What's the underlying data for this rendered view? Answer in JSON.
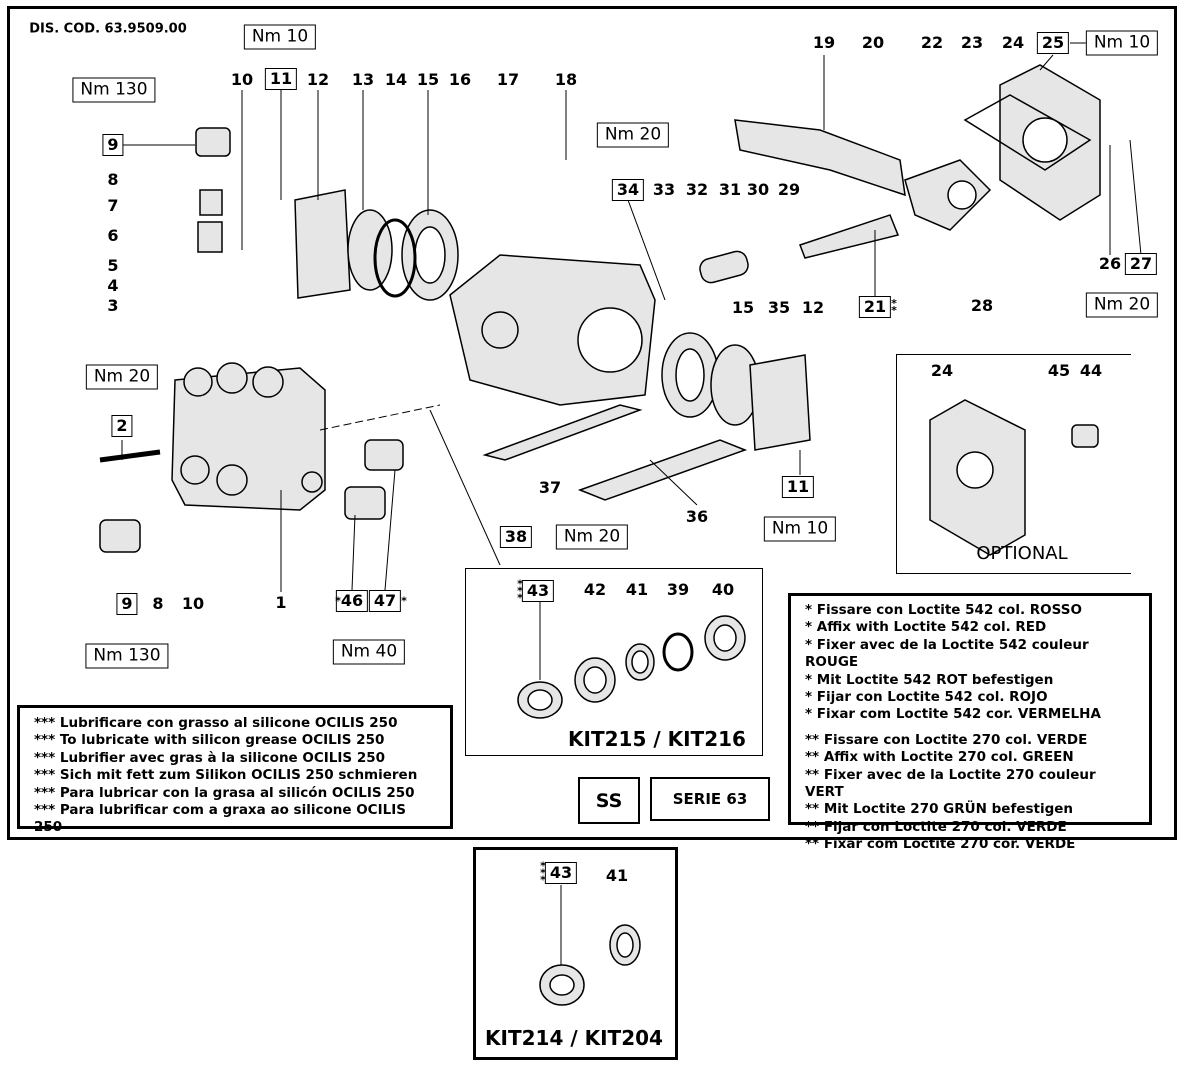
{
  "drawing_code": "DIS. COD. 63.9509.00",
  "callouts": [
    "10",
    "12",
    "13",
    "14",
    "15",
    "16",
    "17",
    "18",
    "8",
    "7",
    "6",
    "5",
    "4",
    "3",
    "33",
    "32",
    "31",
    "30",
    "29",
    "19",
    "20",
    "22",
    "23",
    "24",
    "26",
    "28",
    "15",
    "35",
    "12",
    "37",
    "36",
    "8",
    "10",
    "1",
    "24",
    "45",
    "44",
    "42",
    "41",
    "39",
    "40",
    "41"
  ],
  "boxed_refs": [
    "11",
    "9",
    "2",
    "34",
    "21",
    "25",
    "27",
    "11",
    "38",
    "9",
    "46",
    "47",
    "43",
    "43"
  ],
  "torques": [
    "Nm 10",
    "Nm 130",
    "Nm 20",
    "Nm 10",
    "Nm 20",
    "Nm 20",
    "Nm 20",
    "Nm 10",
    "Nm 130",
    "Nm 40"
  ],
  "optional_label": "OPTIONAL",
  "kit_main": "KIT215 / KIT216",
  "kit_bottom": "KIT214 / KIT204",
  "ss_label": "SS",
  "series_label": "SERIE 63",
  "loctite_notes": {
    "single": [
      "* Fissare con Loctite 542 col. ROSSO",
      "* Affix with Loctite 542 col. RED",
      "* Fixer avec de la Loctite 542 couleur ROUGE",
      "* Mit Loctite 542 ROT befestigen",
      "* Fijar con Loctite 542 col. ROJO",
      "* Fixar com Loctite 542 cor. VERMELHA"
    ],
    "double": [
      "** Fissare con Loctite 270 col. VERDE",
      "** Affix with Loctite 270 col. GREEN",
      "** Fixer avec de la Loctite 270 couleur VERT",
      "** Mit Loctite 270 GRÜN befestigen",
      "** Fijar con Loctite 270 col. VERDE",
      "** Fixar com Loctite 270 cor. VERDE"
    ]
  },
  "grease_notes": [
    "*** Lubrificare con grasso al silicone OCILIS 250",
    "*** To lubricate with silicon grease OCILIS 250",
    "*** Lubrifier avec gras à la silicone OCILIS 250",
    "*** Sich mit fett zum Silikon OCILIS 250 schmieren",
    "*** Para lubricar con la grasa al silicón OCILIS 250",
    "*** Para lubrificar com a graxa ao silicone OCILIS 250"
  ]
}
